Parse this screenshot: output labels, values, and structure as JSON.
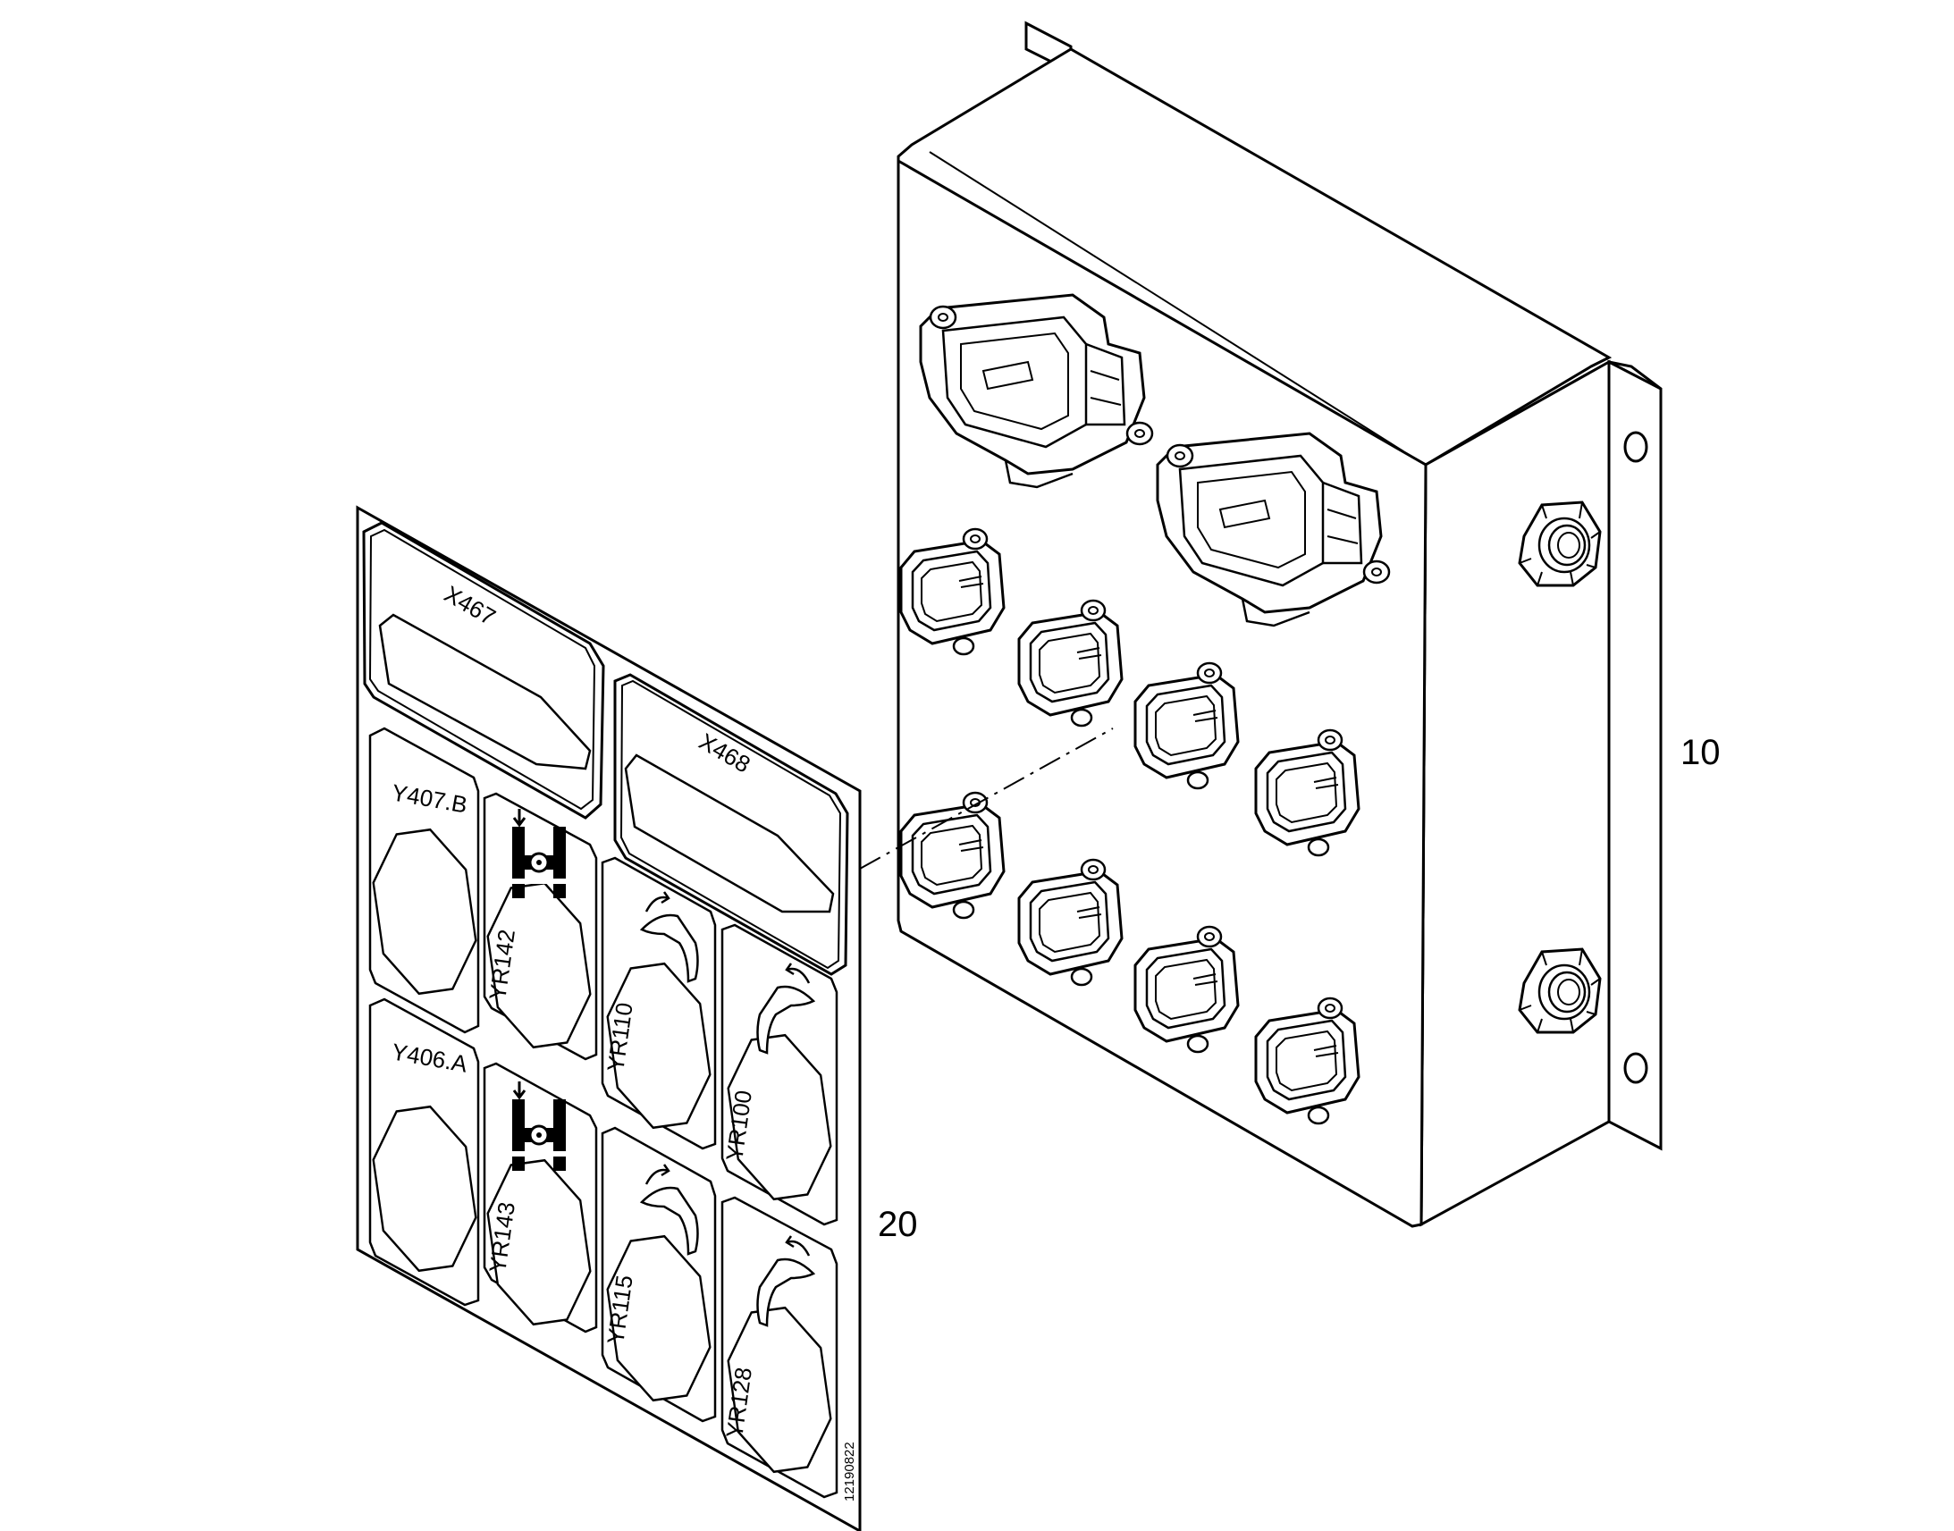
{
  "callouts": {
    "module": "10",
    "decal": "20"
  },
  "decal": {
    "top_labels": [
      "X467",
      "X468"
    ],
    "row1_labels": [
      "Y407.B",
      "YR142",
      "YR110",
      "YR100"
    ],
    "row2_labels": [
      "Y406.A",
      "YR143",
      "YR115",
      "YR128"
    ],
    "part_number": "12190822"
  },
  "icons": {
    "hitch": "hitch-icon",
    "lever": "lever-icon",
    "nut": "hex-nut-icon"
  },
  "colors": {
    "line": "#000000",
    "background": "#ffffff"
  }
}
